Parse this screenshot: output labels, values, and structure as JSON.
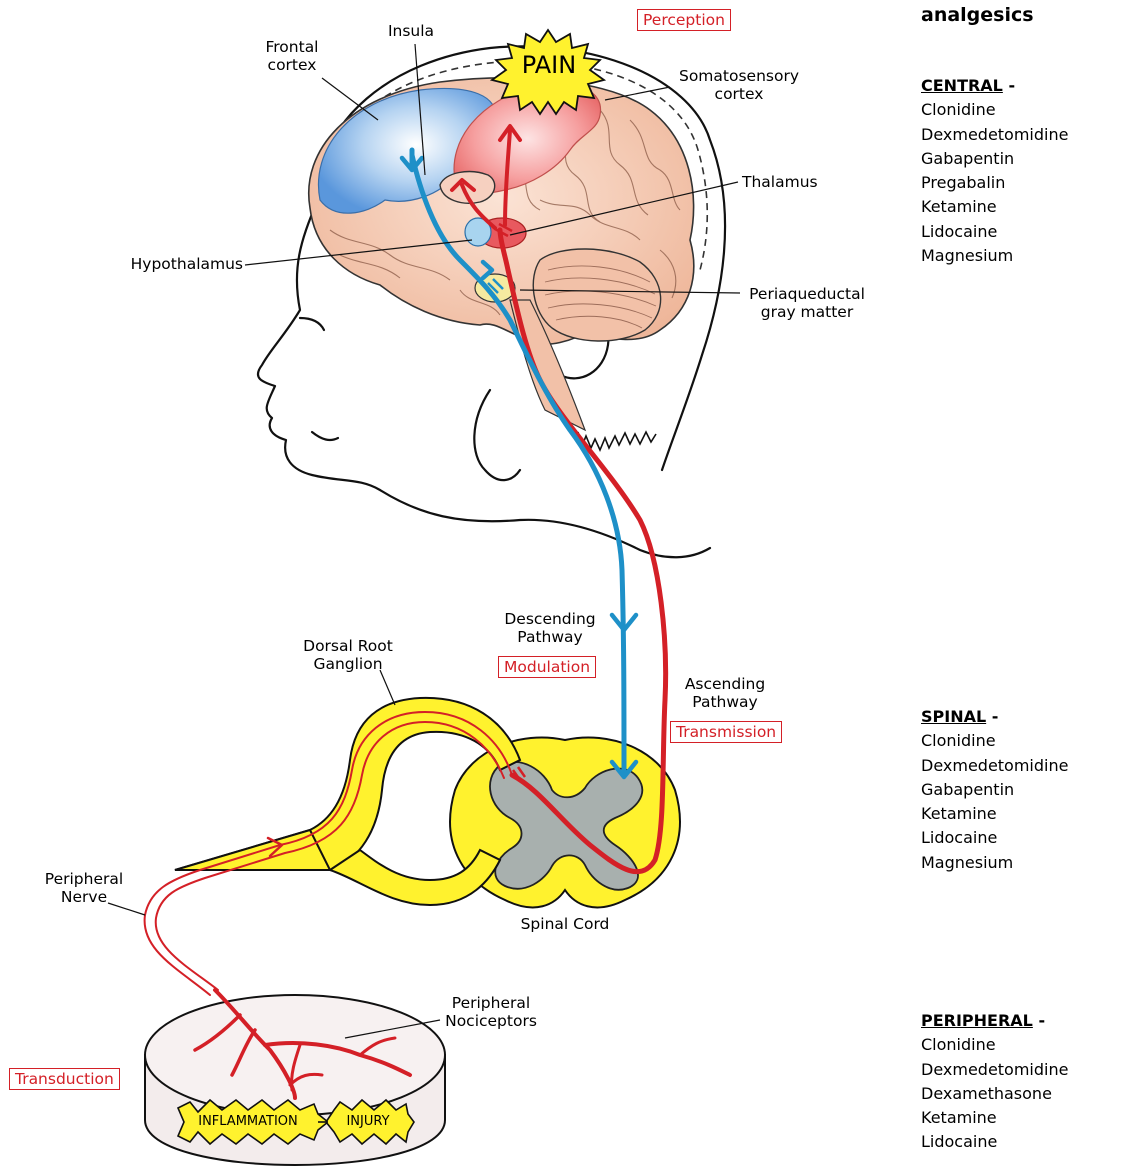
{
  "labels": {
    "perception": "Perception",
    "pain": "PAIN",
    "insula": "Insula",
    "frontal_cortex": "Frontal\ncortex",
    "somatosensory_cortex": "Somatosensory\ncortex",
    "thalamus": "Thalamus",
    "hypothalamus": "Hypothalamus",
    "pag": "Periaqueductal\ngray matter",
    "descending": "Descending\nPathway",
    "modulation": "Modulation",
    "drg": "Dorsal Root\nGanglion",
    "ascending": "Ascending\nPathway",
    "transmission": "Transmission",
    "peripheral_nerve": "Peripheral\nNerve",
    "spinal_cord": "Spinal Cord",
    "peripheral_nociceptors": "Peripheral\nNociceptors",
    "transduction": "Transduction",
    "inflammation": "INFLAMMATION",
    "injury": "INJURY"
  },
  "sidebar": {
    "title": "analgesics",
    "central": {
      "heading": "CENTRAL",
      "suffix": " -",
      "drugs": [
        "Clonidine",
        "Dexmedetomidine",
        "Gabapentin",
        "Pregabalin",
        "Ketamine",
        "Lidocaine",
        "Magnesium"
      ]
    },
    "spinal": {
      "heading": "SPINAL",
      "suffix": " -",
      "drugs": [
        "Clonidine",
        "Dexmedetomidine",
        "Gabapentin",
        "Ketamine",
        "Lidocaine",
        "Magnesium"
      ]
    },
    "peripheral": {
      "heading": "PERIPHERAL",
      "suffix": " -",
      "drugs": [
        "Clonidine",
        "Dexmedetomidine",
        "Dexamethasone",
        "Ketamine",
        "Lidocaine"
      ]
    }
  },
  "colors": {
    "ascending": "#d42027",
    "descending": "#1e90c8",
    "frontal": "#8fbce8",
    "somatosensory": "#f4a3a3",
    "brain": "#f3c7b0",
    "cord_yellow": "#fff22e",
    "gray_matter": "#a8b0ae",
    "label_red": "#d42027"
  }
}
